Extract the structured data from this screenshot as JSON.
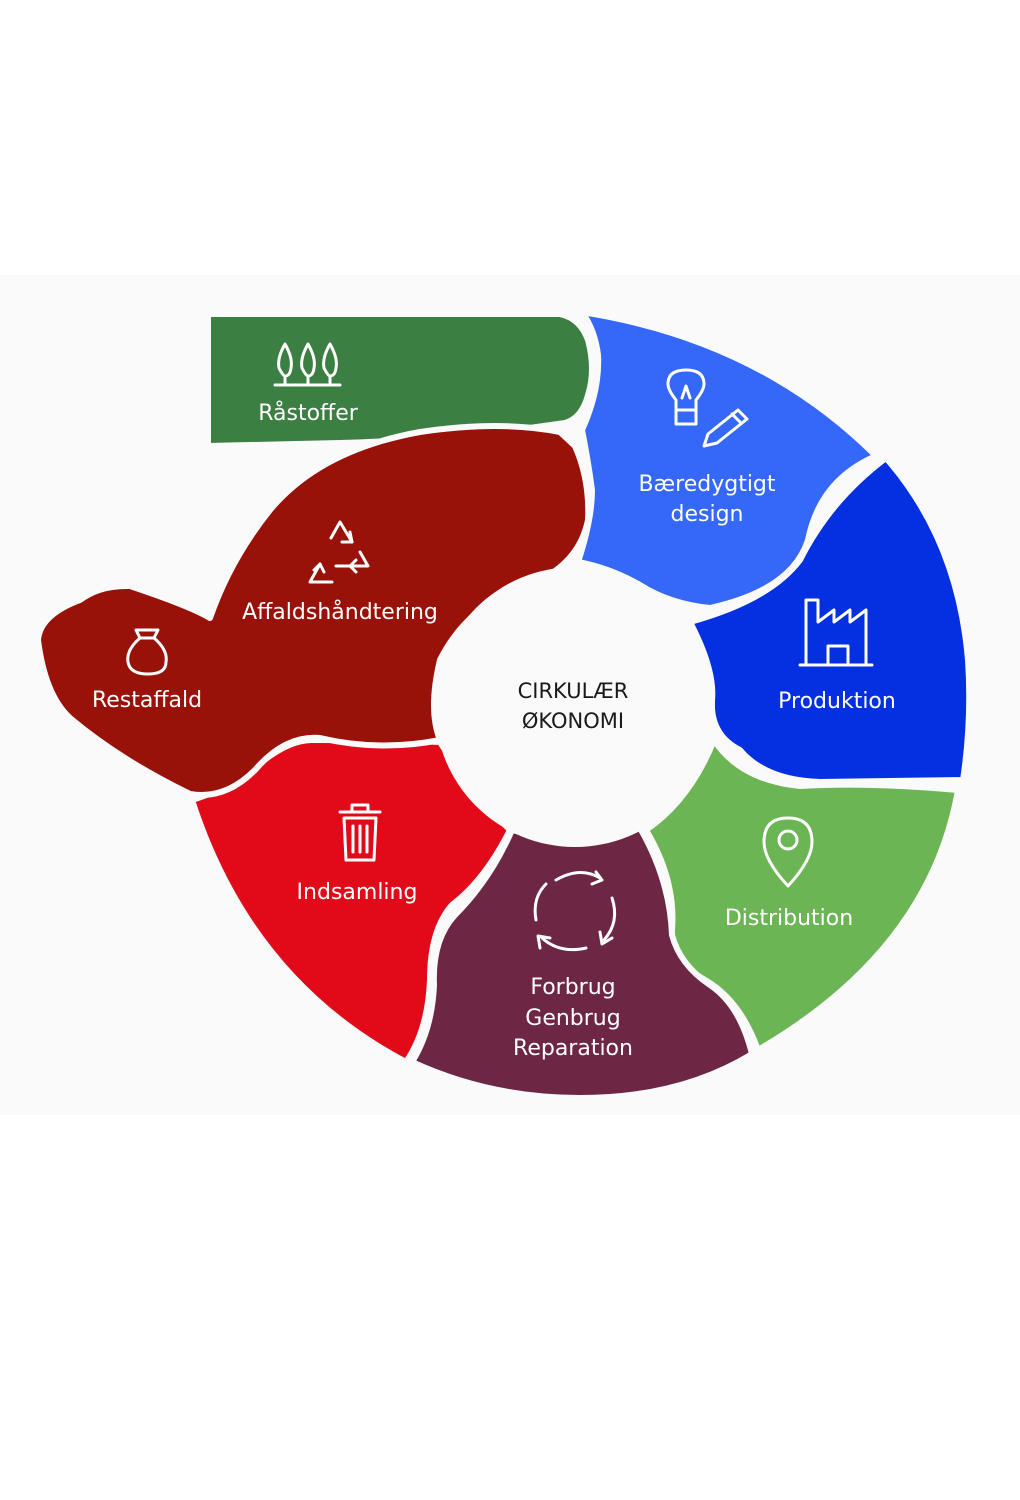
{
  "center": {
    "line1": "CIRKULÆR",
    "line2": "ØKONOMI"
  },
  "segments": [
    {
      "id": "raastoffer",
      "label": "Råstoffer",
      "color": "#3b7f43",
      "icon": "trees-icon"
    },
    {
      "id": "design",
      "lines": [
        "Bæredygtigt",
        "design"
      ],
      "color": "#3568f8",
      "icon": "lightbulb-pencil-icon"
    },
    {
      "id": "produktion",
      "label": "Produktion",
      "color": "#0430e2",
      "icon": "factory-icon"
    },
    {
      "id": "distribution",
      "label": "Distribution",
      "color": "#6cb554",
      "icon": "map-pin-icon"
    },
    {
      "id": "forbrug",
      "lines": [
        "Forbrug",
        "Genbrug",
        "Reparation"
      ],
      "color": "#6e2645",
      "icon": "cycle-arrows-icon"
    },
    {
      "id": "indsamling",
      "label": "Indsamling",
      "color": "#e20a19",
      "icon": "trash-bin-icon"
    },
    {
      "id": "affald",
      "label": "Affaldshåndtering",
      "color": "#981209",
      "icon": "recycle-icon"
    },
    {
      "id": "restaffald",
      "label": "Restaffald",
      "color": "#981209",
      "icon": "sack-icon"
    }
  ]
}
